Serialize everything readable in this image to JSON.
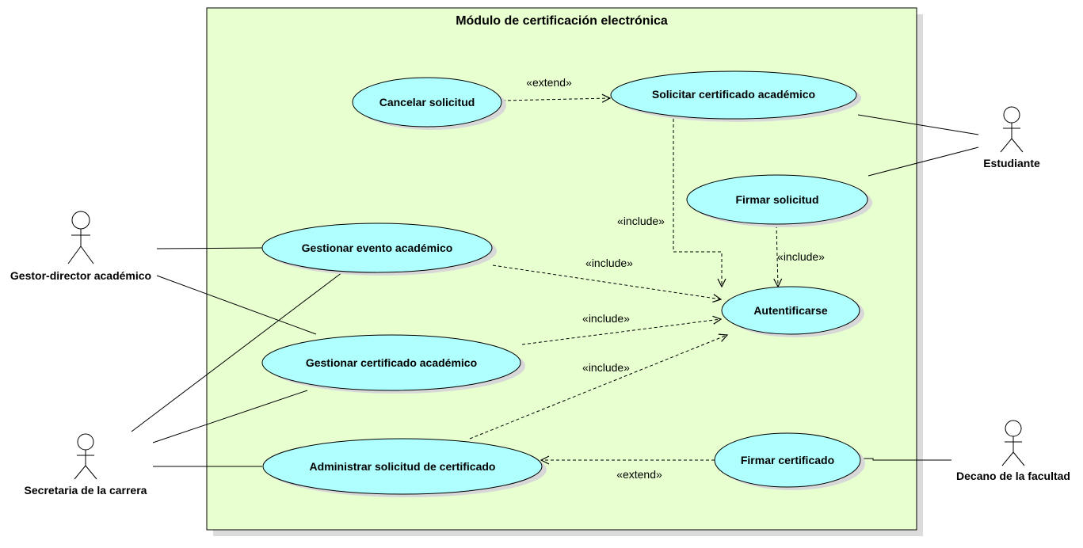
{
  "system": {
    "title": "Módulo de certificación electrónica"
  },
  "colors": {
    "boundary_fill": "#e8ffd0",
    "usecase_fill": "#b0ffff",
    "shadow": "#d8d8d8",
    "line": "#000000"
  },
  "use_cases": {
    "cancelar": "Cancelar solicitud",
    "solicitar": "Solicitar certificado académico",
    "firmar_solicitud": "Firmar solicitud",
    "gestionar_evento": "Gestionar evento académico",
    "autentificarse": "Autentificarse",
    "gestionar_certificado": "Gestionar certificado académico",
    "administrar": "Administrar solicitud de certificado",
    "firmar_certificado": "Firmar certificado"
  },
  "actors": {
    "estudiante": "Estudiante",
    "gestor": "Gestor-director académico",
    "secretaria": "Secretaria de la carrera",
    "decano": "Decano de la facultad"
  },
  "relations": {
    "extend_cancelar": "«extend»",
    "include_solicitar": "«include»",
    "include_firmar_solicitud": "«include»",
    "include_evento": "«include»",
    "include_certificado": "«include»",
    "include_administrar": "«include»",
    "extend_firmar_certificado": "«extend»"
  }
}
